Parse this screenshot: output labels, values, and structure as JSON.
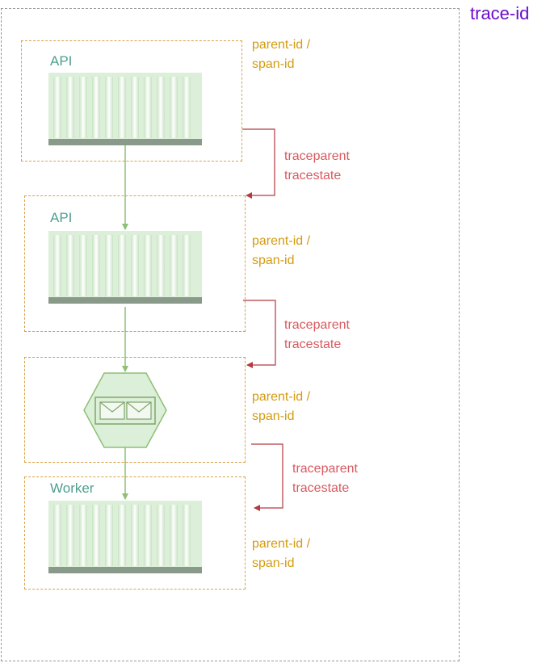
{
  "trace_label": "trace-id",
  "spans": [
    {
      "service": "API",
      "ids_line1": "parent-id /",
      "ids_line2": "span-id"
    },
    {
      "service": "API",
      "ids_line1": "parent-id /",
      "ids_line2": "span-id"
    },
    {
      "service": "",
      "ids_line1": "parent-id /",
      "ids_line2": "span-id"
    },
    {
      "service": "Worker",
      "ids_line1": "parent-id /",
      "ids_line2": "span-id"
    }
  ],
  "propagation": [
    {
      "line1": "traceparent",
      "line2": "tracestate"
    },
    {
      "line1": "traceparent",
      "line2": "tracestate"
    },
    {
      "line1": "traceparent",
      "line2": "tracestate"
    }
  ],
  "icons": {
    "container": "container-icon",
    "queue": "message-queue-icon"
  },
  "colors": {
    "trace": "#6a0dcc",
    "span_border": "#d9a24a",
    "ids_text": "#d39b10",
    "propagation": "#c0454b",
    "service_text": "#4e9f8f",
    "flow_arrow": "#8dbf75",
    "container_fill": "#dcefd8"
  }
}
